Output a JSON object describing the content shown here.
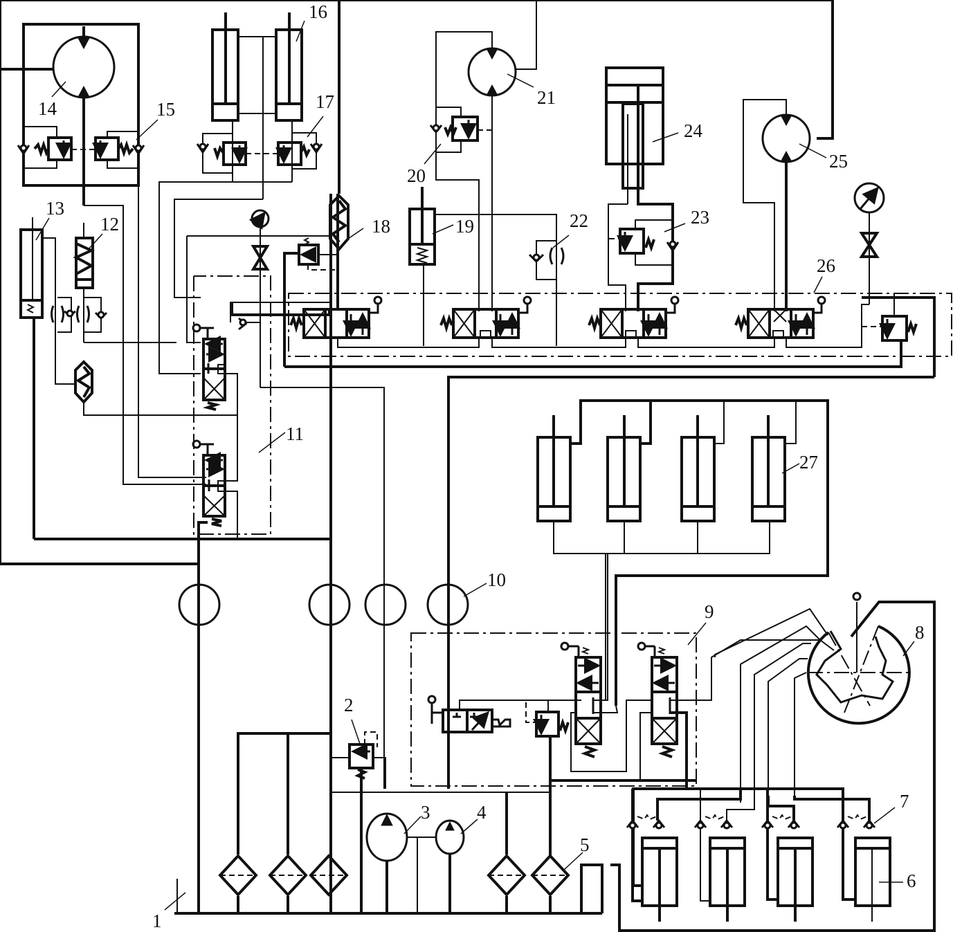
{
  "title": "Hydraulic system schematic",
  "colors": {
    "line": "#111111",
    "background": "#ffffff"
  },
  "components": [
    {
      "id": "1",
      "label": "1",
      "kind": "oil tank"
    },
    {
      "id": "2",
      "label": "2",
      "kind": "relief valve"
    },
    {
      "id": "3",
      "label": "3",
      "kind": "main pump"
    },
    {
      "id": "4",
      "label": "4",
      "kind": "auxiliary pump"
    },
    {
      "id": "5",
      "label": "5",
      "kind": "filter"
    },
    {
      "id": "6",
      "label": "6",
      "kind": "support cylinder"
    },
    {
      "id": "7",
      "label": "7",
      "kind": "hydraulic lock (pilot check valves)"
    },
    {
      "id": "8",
      "label": "8",
      "kind": "central swivel joint"
    },
    {
      "id": "9",
      "label": "9",
      "kind": "valve block"
    },
    {
      "id": "10",
      "label": "10",
      "kind": "rotary joint"
    },
    {
      "id": "11",
      "label": "11",
      "kind": "valve block"
    },
    {
      "id": "12",
      "label": "12",
      "kind": "accumulator"
    },
    {
      "id": "13",
      "label": "13",
      "kind": "cylinder"
    },
    {
      "id": "14",
      "label": "14",
      "kind": "hydraulic motor"
    },
    {
      "id": "15",
      "label": "15",
      "kind": "balance valve"
    },
    {
      "id": "16",
      "label": "16",
      "kind": "luffing cylinder"
    },
    {
      "id": "17",
      "label": "17",
      "kind": "balance valve"
    },
    {
      "id": "18",
      "label": "18",
      "kind": "cooler"
    },
    {
      "id": "19",
      "label": "19",
      "kind": "brake cylinder"
    },
    {
      "id": "20",
      "label": "20",
      "kind": "balance valve"
    },
    {
      "id": "21",
      "label": "21",
      "kind": "hydraulic motor"
    },
    {
      "id": "22",
      "label": "22",
      "kind": "one-way throttle valve"
    },
    {
      "id": "23",
      "label": "23",
      "kind": "balance valve"
    },
    {
      "id": "24",
      "label": "24",
      "kind": "telescopic cylinder"
    },
    {
      "id": "25",
      "label": "25",
      "kind": "hydraulic motor"
    },
    {
      "id": "26",
      "label": "26",
      "kind": "multi-way valve"
    },
    {
      "id": "27",
      "label": "27",
      "kind": "outrigger cylinder"
    }
  ]
}
